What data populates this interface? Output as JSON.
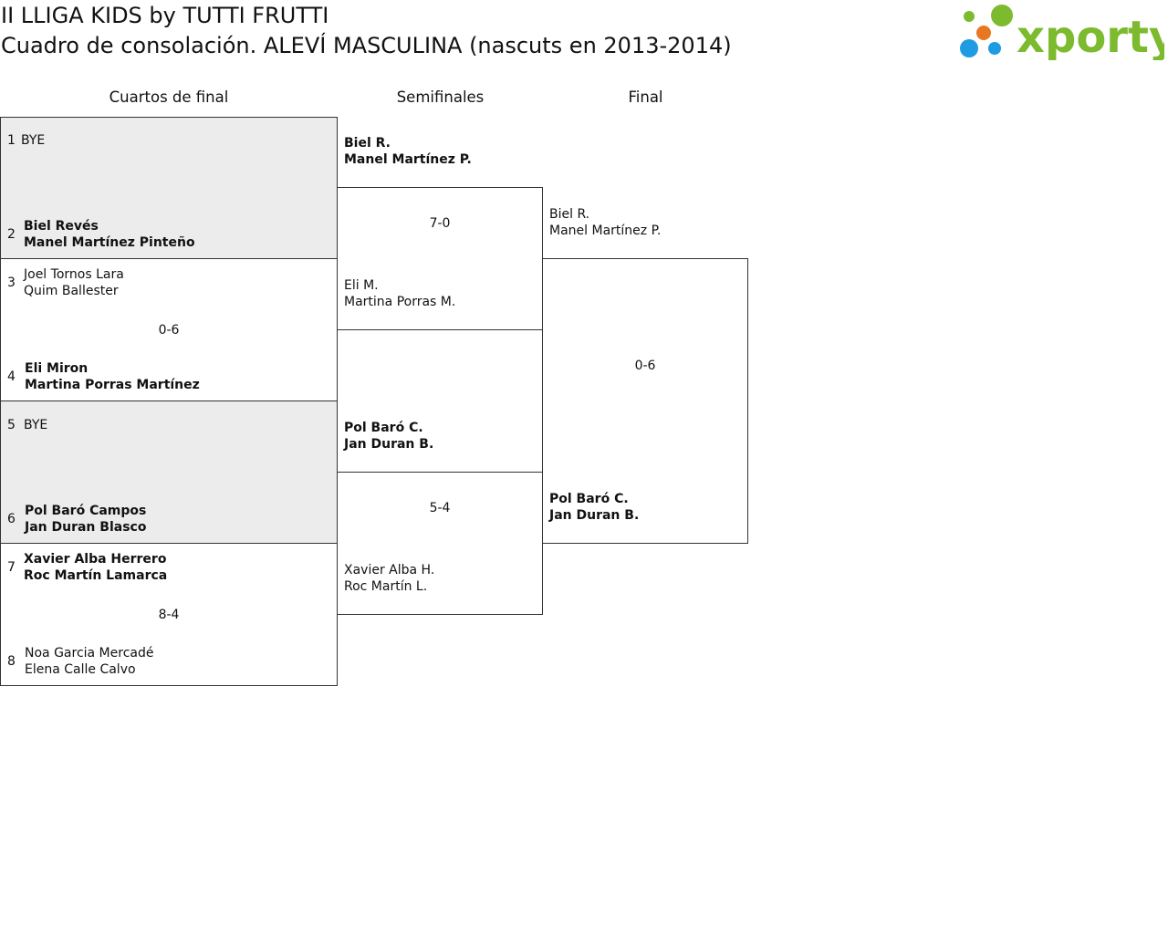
{
  "header": {
    "title": "II LLIGA KIDS by TUTTI FRUTTI",
    "subtitle": "Cuadro de consolación. ALEVÍ MASCULINA (nascuts en 2013-2014)",
    "logo_text": "xporty"
  },
  "colors": {
    "logo_green": "#7cba2e",
    "logo_blue": "#1e9be3",
    "logo_orange": "#e87722",
    "shaded": "#ececec"
  },
  "rounds": {
    "qf": "Cuartos de final",
    "sf": "Semifinales",
    "final": "Final"
  },
  "quarterfinals": [
    {
      "seed1": "1",
      "team1": [
        "BYE"
      ],
      "seed2": "2",
      "team2": [
        "Biel Revés",
        "Manel Martínez Pinteño"
      ],
      "score": ""
    },
    {
      "seed1": "3",
      "team1": [
        "Joel Tornos Lara",
        "Quim Ballester"
      ],
      "seed2": "4",
      "team2": [
        "Eli Miron",
        "Martina Porras Martínez"
      ],
      "score": "0-6"
    },
    {
      "seed1": "5",
      "team1": [
        "BYE"
      ],
      "seed2": "6",
      "team2": [
        "Pol Baró Campos",
        "Jan Duran Blasco"
      ],
      "score": ""
    },
    {
      "seed1": "7",
      "team1": [
        "Xavier Alba Herrero",
        "Roc Martín Lamarca"
      ],
      "seed2": "8",
      "team2": [
        "Noa Garcia Mercadé",
        "Elena Calle Calvo"
      ],
      "score": "8-4"
    }
  ],
  "semifinals": [
    {
      "team1": [
        "Biel R.",
        "Manel Martínez P."
      ],
      "team2": [
        "Eli M.",
        "Martina Porras M."
      ],
      "score": "7-0"
    },
    {
      "team1": [
        "Pol Baró C.",
        "Jan Duran B."
      ],
      "team2": [
        "Xavier Alba H.",
        "Roc Martín L."
      ],
      "score": "5-4"
    }
  ],
  "final": {
    "team1": [
      "Biel R.",
      "Manel Martínez P."
    ],
    "team2": [
      "Pol Baró C.",
      "Jan Duran B."
    ],
    "score": "0-6"
  }
}
